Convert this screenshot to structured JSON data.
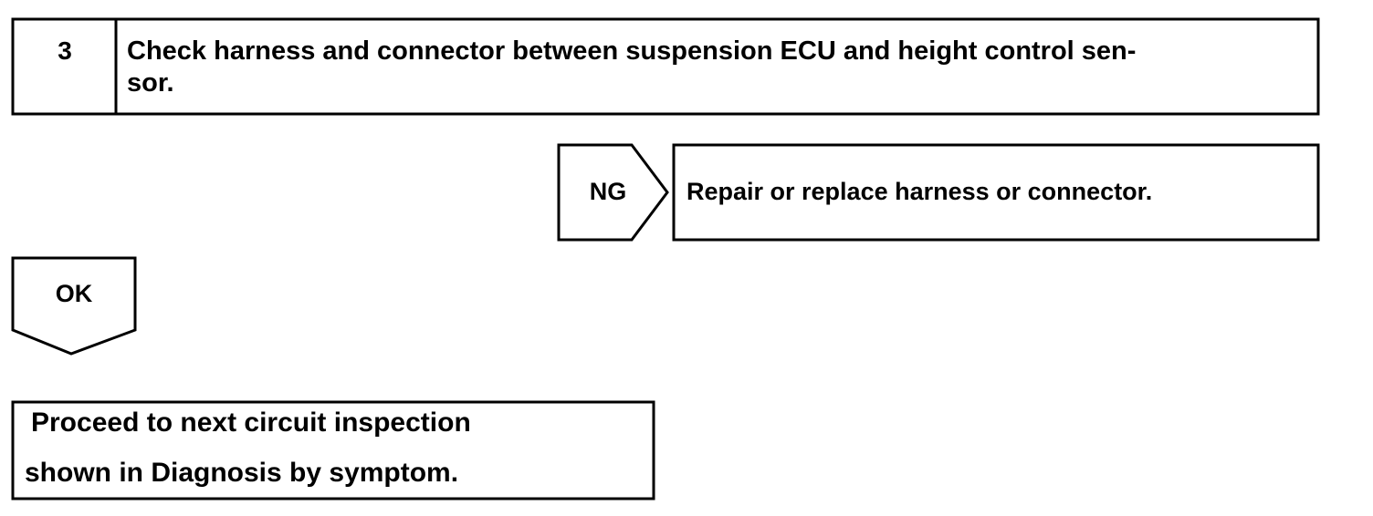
{
  "step": {
    "number": "3",
    "title_line1": "Check harness and connector between suspension ECU and height control sen-",
    "title_line2": "sor."
  },
  "ng_branch": {
    "label": "NG",
    "action": "Repair or replace harness or connector."
  },
  "ok_branch": {
    "label": "OK"
  },
  "result": {
    "line1": "Proceed to next circuit inspection",
    "line2": "shown in Diagnosis by symptom."
  }
}
